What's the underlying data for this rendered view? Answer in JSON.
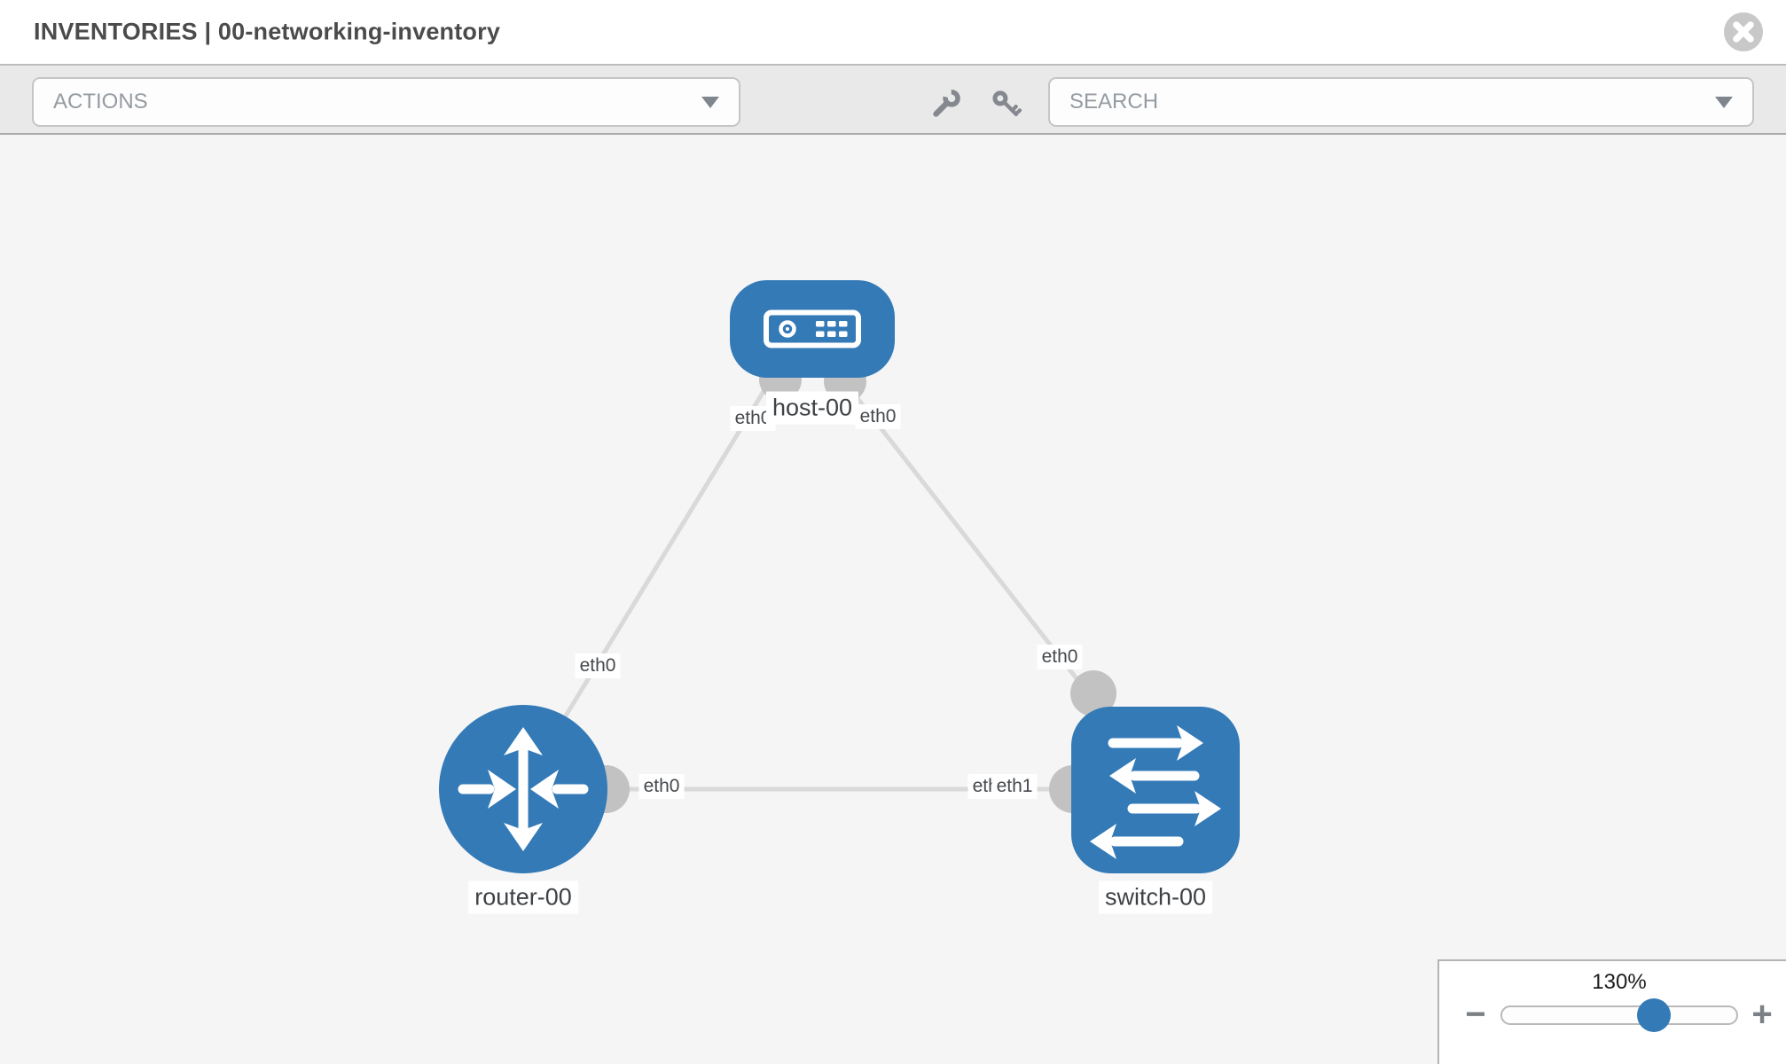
{
  "header": {
    "title": "INVENTORIES | 00-networking-inventory"
  },
  "toolbar": {
    "actions_label": "ACTIONS",
    "search_label": "SEARCH"
  },
  "topology": {
    "nodes": [
      {
        "type": "host",
        "label": "host-00"
      },
      {
        "type": "router",
        "label": "router-00"
      },
      {
        "type": "switch",
        "label": "switch-00"
      }
    ],
    "links": [
      {
        "from": "host-00",
        "to": "router-00"
      },
      {
        "from": "host-00",
        "to": "switch-00"
      },
      {
        "from": "router-00",
        "to": "switch-00"
      }
    ],
    "interface_labels": [
      {
        "near": "host-00-left",
        "text": "eth0"
      },
      {
        "near": "router-00-uplink",
        "text": "eth0"
      },
      {
        "near": "host-00-right",
        "text": "eth0"
      },
      {
        "near": "switch-00-uplink",
        "text": "eth0"
      },
      {
        "near": "router-00-lan",
        "text": "eth0"
      },
      {
        "near": "switch-00-lan-under",
        "text": "eth0"
      },
      {
        "near": "switch-00-lan",
        "text": "eth1"
      }
    ]
  },
  "zoom_control": {
    "level": "130%",
    "zoom_out": "−",
    "zoom_in": "+"
  },
  "colors": {
    "node_blue": "#337ab7",
    "link_gray": "#d9d9d9",
    "iface_gray": "#c2c2c2",
    "toolbar_bg": "#e9e9e9",
    "canvas_bg": "#f5f5f5"
  }
}
